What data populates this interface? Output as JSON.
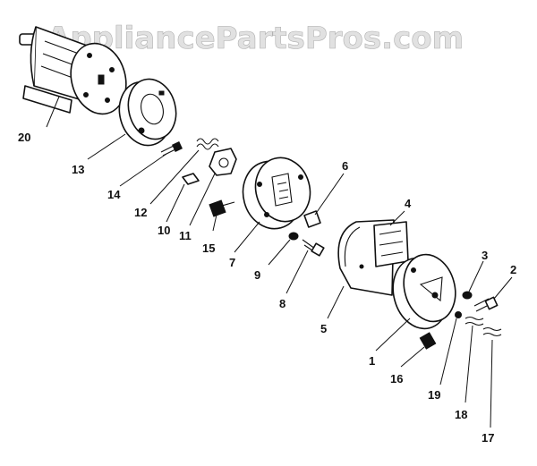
{
  "watermark": "AppliancePartsPros.com",
  "callouts": {
    "p1": "1",
    "p2": "2",
    "p3": "3",
    "p4": "4",
    "p5": "5",
    "p6": "6",
    "p7": "7",
    "p8": "8",
    "p9": "9",
    "p10": "10",
    "p11": "11",
    "p12": "12",
    "p13": "13",
    "p14": "14",
    "p15": "15",
    "p16": "16",
    "p17": "17",
    "p18": "18",
    "p19": "19",
    "p20": "20"
  }
}
